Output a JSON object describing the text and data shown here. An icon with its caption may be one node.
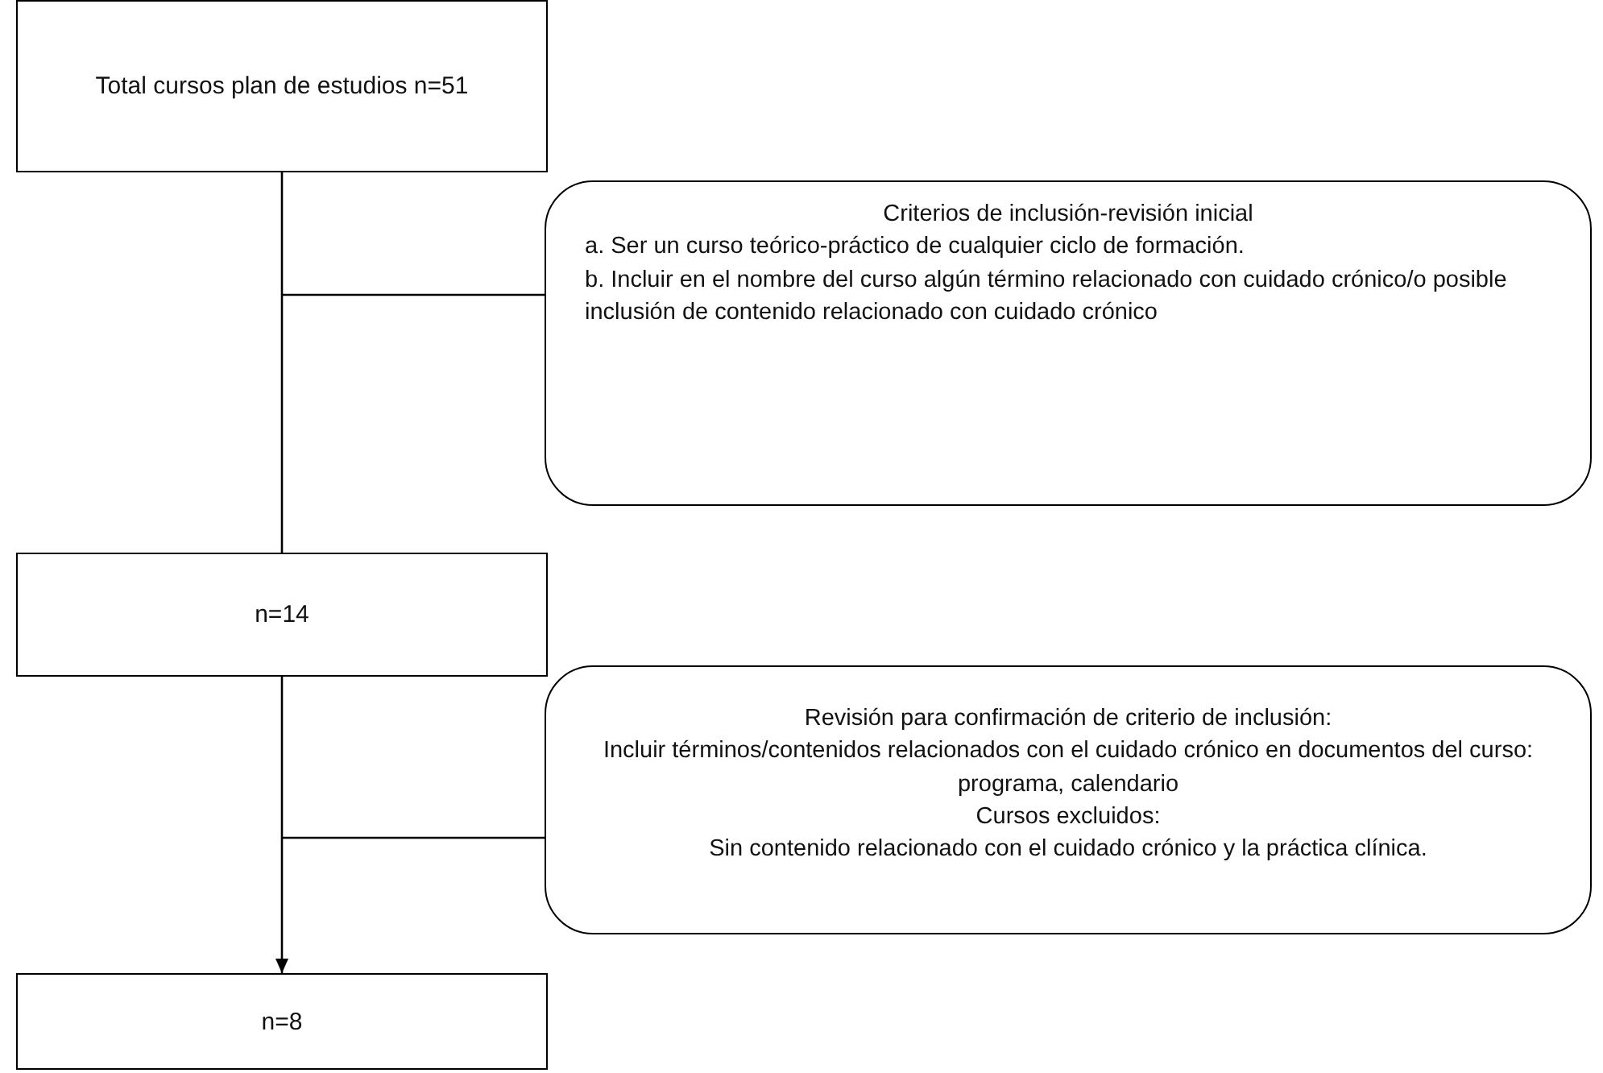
{
  "diagram": {
    "nodes": [
      {
        "text": [
          "Total cursos plan de estudios n=51"
        ]
      },
      {
        "text": [
          "Criterios de inclusión-revisión inicial",
          "a. Ser un curso teórico-práctico de cualquier ciclo de formación.",
          "b. Incluir en el nombre del curso algún término relacionado con cuidado crónico/o posible inclusión de contenido relacionado con cuidado crónico"
        ]
      },
      {
        "text": [
          "n=14"
        ]
      },
      {
        "text": [
          "Revisión para confirmación de criterio de inclusión:",
          "Incluir términos/contenidos relacionados con el cuidado crónico en documentos del curso: programa, calendario",
          "Cursos excluidos:",
          "Sin contenido relacionado con el cuidado crónico y la práctica clínica."
        ]
      },
      {
        "text": [
          "n=8"
        ]
      }
    ],
    "edges": [
      {
        "from": 0,
        "to": 2,
        "arrow": "none"
      },
      {
        "from": null,
        "to": 1,
        "arrow": "none"
      },
      {
        "from": 2,
        "to": 4,
        "arrow": "to"
      },
      {
        "from": null,
        "to": 3,
        "arrow": "none"
      }
    ]
  }
}
